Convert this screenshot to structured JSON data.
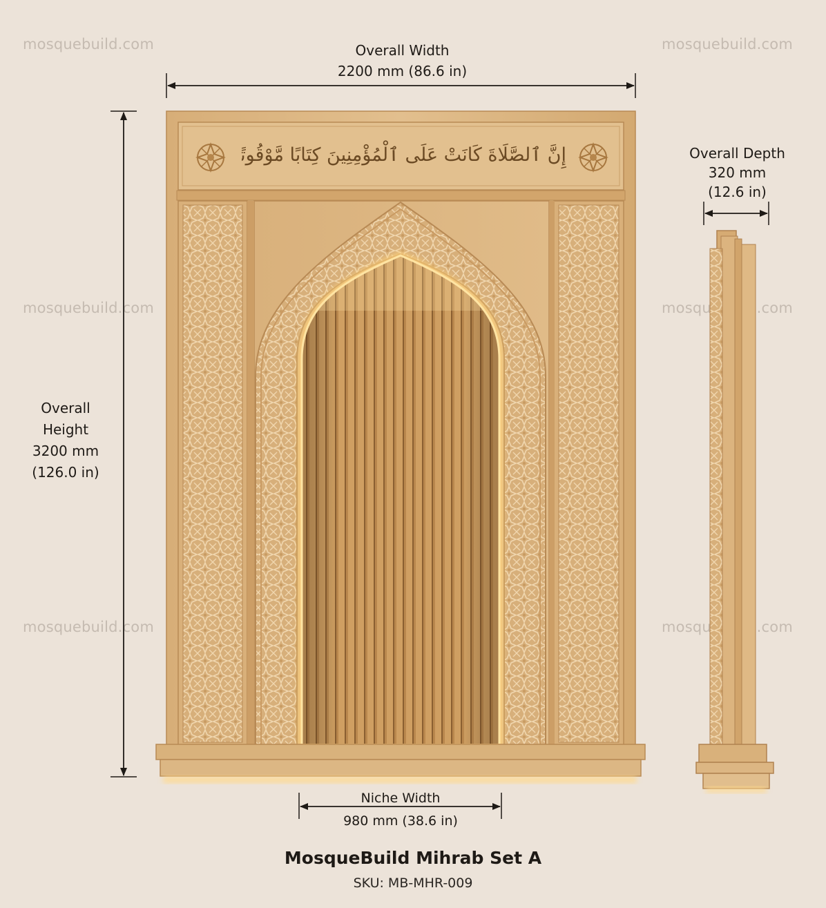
{
  "watermarks": [
    "mosquebuild.com",
    "mosquebuild.com",
    "mosquebuild.com",
    "mosquebuild.com",
    "mosquebuild.com",
    "mosquebuild.com"
  ],
  "dimensions": {
    "width": {
      "label": "Overall Width",
      "value": "2200 mm (86.6 in)"
    },
    "height": {
      "label_1": "Overall",
      "label_2": "Height",
      "value_mm": "3200 mm",
      "value_in": "(126.0 in)"
    },
    "depth": {
      "label": "Overall Depth",
      "value_mm": "320 mm",
      "value_in": "(12.6 in)"
    },
    "niche": {
      "label": "Niche Width",
      "value": "980 mm (38.6 in)"
    }
  },
  "inscription": "إِنَّ ٱلصَّلَاةَ كَانَتْ عَلَى ٱلْمُؤْمِنِينَ كِتَابًا مَّوْقُوتًا",
  "product": {
    "title": "MosqueBuild Mihrab Set A",
    "sku": "SKU: MB-MHR-009"
  },
  "colors": {
    "background": "#ece3d9",
    "wood": "#dcb684",
    "wood_dark": "#c89b63",
    "lattice": "#e8c99c",
    "glow": "#ffd27a"
  }
}
